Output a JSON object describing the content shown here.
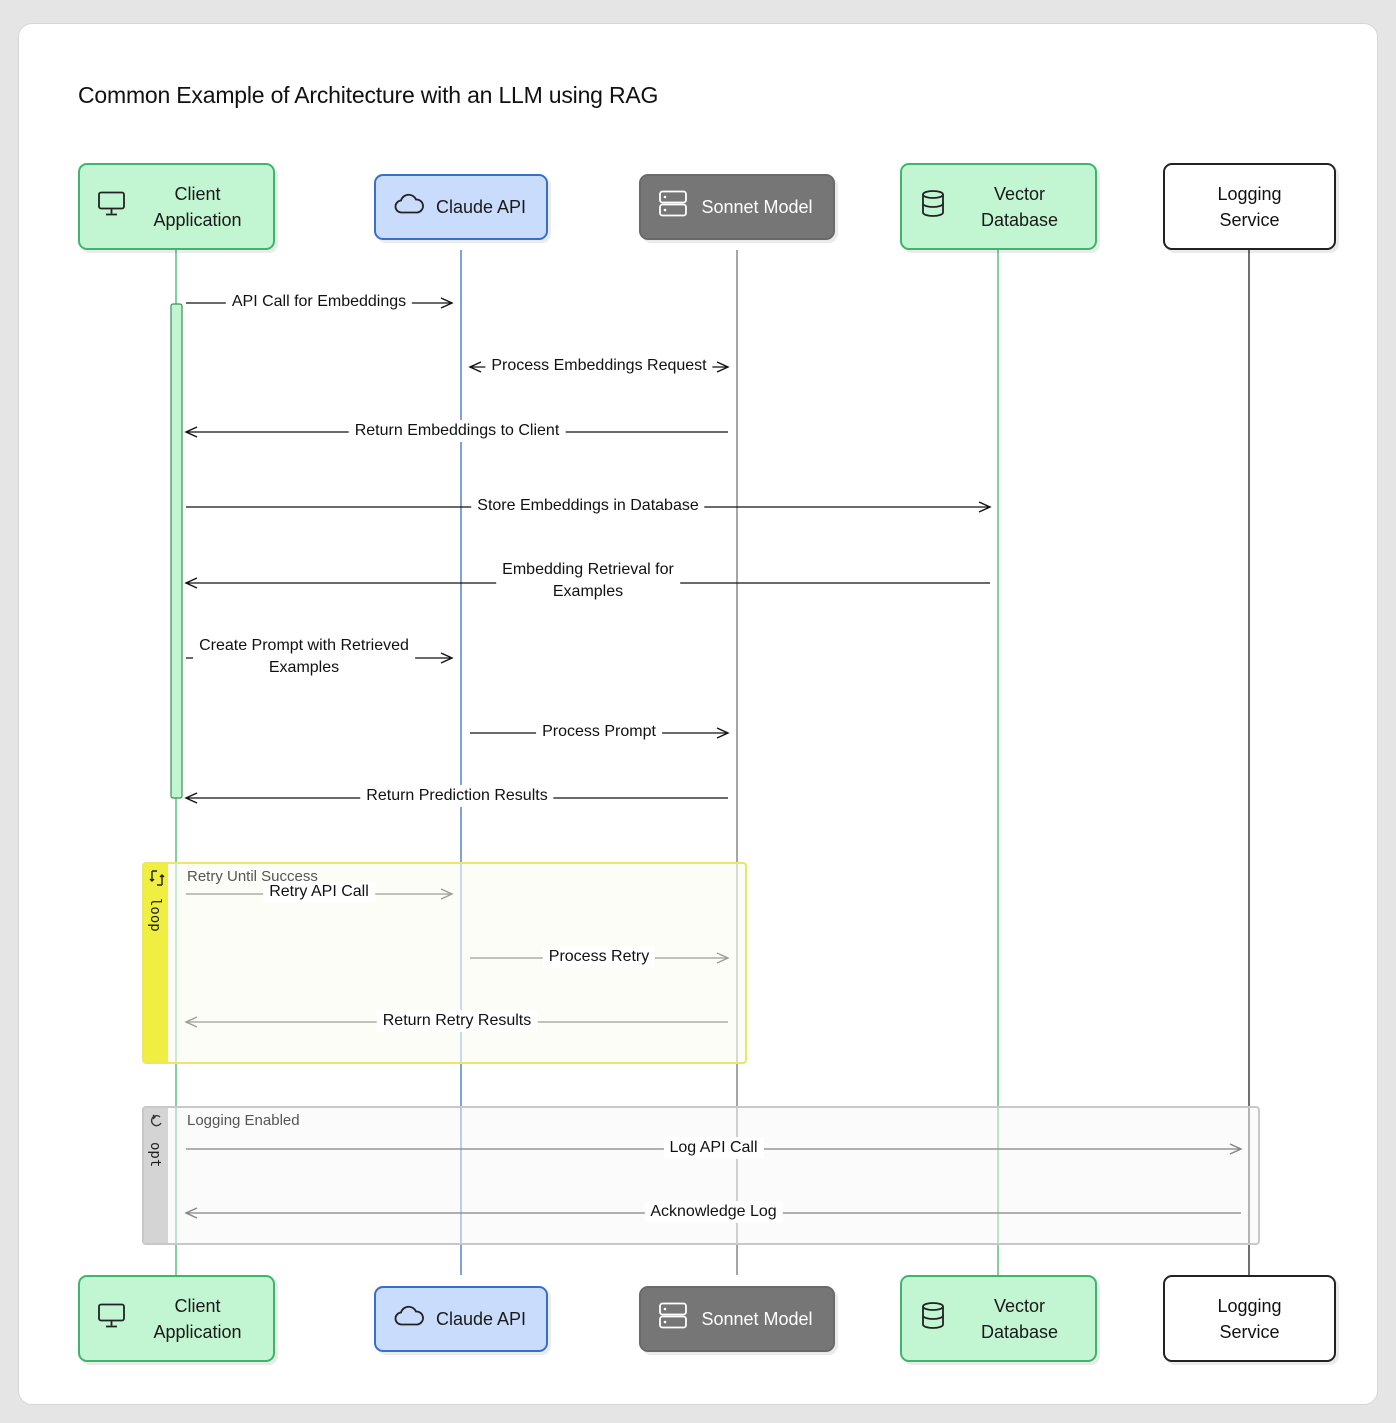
{
  "title": "Common Example of Architecture with an LLM using RAG",
  "colors": {
    "client_fill": "#c2f5d1",
    "client_stroke": "#3fb56c",
    "claude_fill": "#c9dcfb",
    "claude_stroke": "#3870c8",
    "sonnet_fill": "#767676",
    "logging_stroke": "#222222",
    "loop_tab": "#f0ee40",
    "loop_border": "#e8e76a",
    "opt_tab": "#d4d4d4",
    "opt_border": "#c8c8c8"
  },
  "participants": {
    "client": {
      "label": "Client\nApplication",
      "icon": "monitor-icon"
    },
    "claude": {
      "label": "Claude API",
      "icon": "cloud-icon"
    },
    "sonnet": {
      "label": "Sonnet Model",
      "icon": "server-icon"
    },
    "vector": {
      "label": "Vector\nDatabase",
      "icon": "database-icon"
    },
    "logging": {
      "label": "Logging\nService"
    }
  },
  "messages": [
    {
      "from": "client",
      "to": "claude",
      "label": "API Call for Embeddings",
      "style": "solid"
    },
    {
      "from": "claude",
      "to": "sonnet",
      "label": "Process Embeddings Request",
      "style": "bidirectional"
    },
    {
      "from": "claude",
      "to": "client",
      "label": "Return Embeddings to Client",
      "style": "solid"
    },
    {
      "from": "client",
      "to": "vector",
      "label": "Store Embeddings in Database",
      "style": "solid"
    },
    {
      "from": "vector",
      "to": "client",
      "label": "Embedding Retrieval for\nExamples",
      "style": "solid"
    },
    {
      "from": "client",
      "to": "claude",
      "label": "Create Prompt with Retrieved\nExamples",
      "style": "solid"
    },
    {
      "from": "claude",
      "to": "sonnet",
      "label": "Process Prompt",
      "style": "solid"
    },
    {
      "from": "sonnet",
      "to": "client",
      "label": "Return Prediction Results",
      "style": "solid"
    },
    {
      "from": "client",
      "to": "claude",
      "label": "Retry API Call",
      "style": "solid"
    },
    {
      "from": "claude",
      "to": "sonnet",
      "label": "Process Retry",
      "style": "solid"
    },
    {
      "from": "sonnet",
      "to": "client",
      "label": "Return Retry Results",
      "style": "solid"
    },
    {
      "from": "client",
      "to": "logging",
      "label": "Log API Call",
      "style": "solid"
    },
    {
      "from": "logging",
      "to": "client",
      "label": "Acknowledge Log",
      "style": "solid"
    }
  ],
  "fragments": {
    "loop": {
      "keyword": "loop",
      "title": "Retry Until Success",
      "icon": "loop-icon"
    },
    "opt": {
      "keyword": "opt",
      "title": "Logging Enabled",
      "icon": "opt-icon"
    }
  }
}
